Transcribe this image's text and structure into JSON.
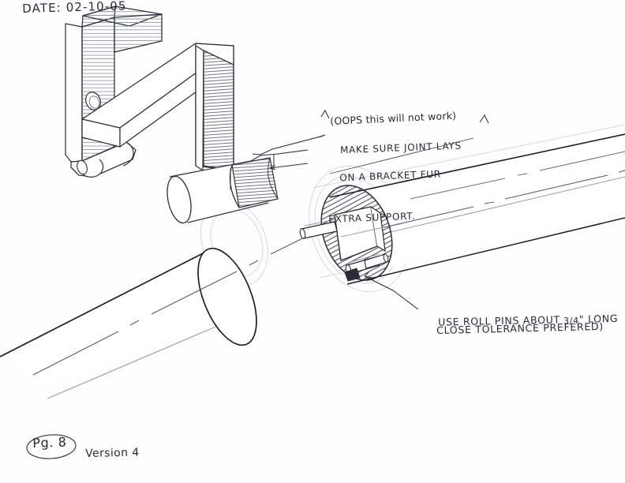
{
  "drawing": {
    "title": "Tube joint and bracket assembly sketch",
    "medium": "hand-drawn pencil and ink on white paper",
    "ink_color": "#2a2a38",
    "construction_color": "#b9b9cc",
    "paper_color": "#fefefe"
  },
  "header": {
    "date_label": "DATE: 02-10-05"
  },
  "annotations": {
    "oops_note": "(OOPS this will not work)",
    "bracket_note_line1": "MAKE SURE JOINT LAYS",
    "bracket_note_line2": "ON A BRACKET FUR",
    "bracket_note_line3": "EXTRA SUPPORT.",
    "pin_note_line1_a": "USE ROLL PINS ABOUT",
    "pin_note_fraction_num": "3",
    "pin_note_fraction_den": "4",
    "pin_note_line1_b": "\" LONG",
    "pin_note_line2": "CLOSE TOLERANCE PREFERED)"
  },
  "footer": {
    "page_number": "Pg. 8",
    "version": "Version 4"
  },
  "parts": {
    "bracket": "flat strap bracket with rolled end and mounting hole",
    "small_tube": "small tube with hatched collar",
    "large_tube_left": "large lower-left tube end",
    "large_tube_right": "large right tube with hatched cross-section ring",
    "roll_pins": "roll pins protruding from tube wall"
  }
}
